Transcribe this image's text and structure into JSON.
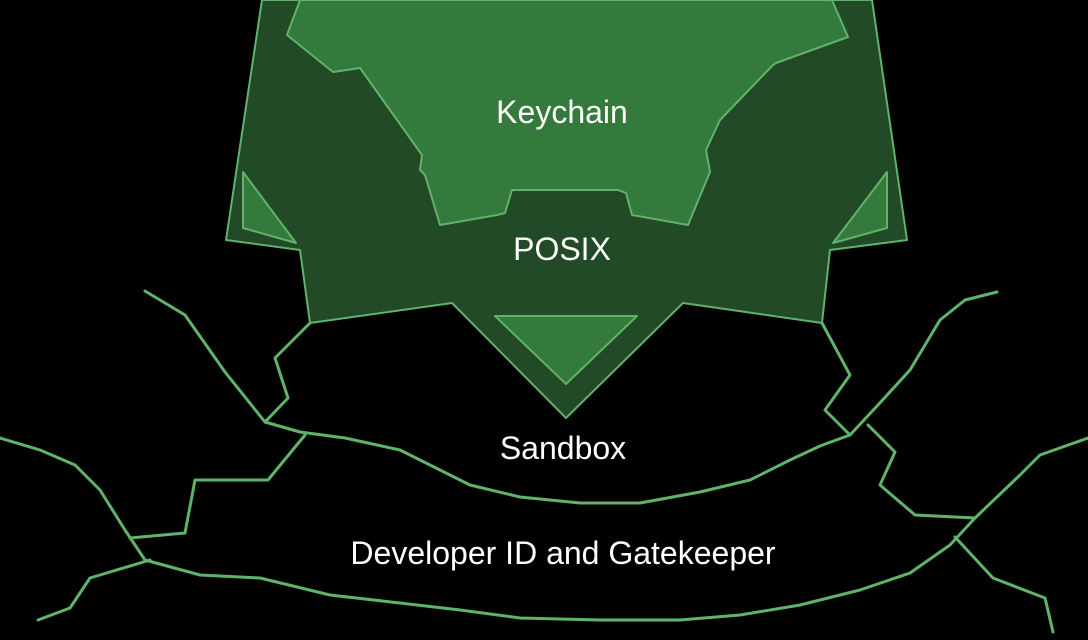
{
  "diagram": {
    "layers": {
      "keychain": "Keychain",
      "posix": "POSIX",
      "sandbox": "Sandbox",
      "gatekeeper": "Developer ID and Gatekeeper"
    },
    "colors": {
      "background": "#000000",
      "crack_line": "#5fb36a",
      "outer_fill": "#234a26",
      "inner_fill": "#357a3d",
      "text": "#ffffff"
    }
  }
}
